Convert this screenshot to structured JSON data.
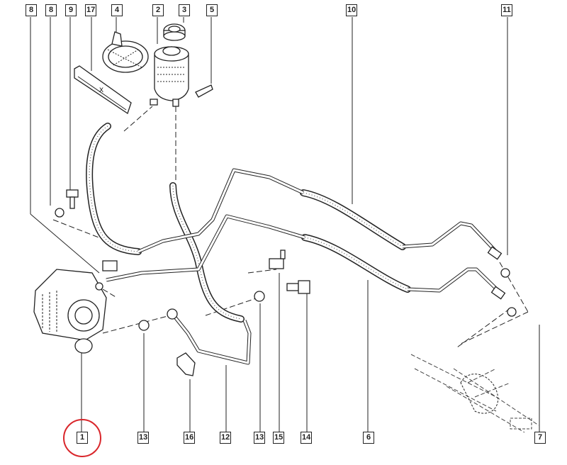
{
  "diagram": {
    "title": "Power steering hydraulic circuit exploded view",
    "top_labels": [
      "8",
      "8",
      "9",
      "17",
      "4",
      "2",
      "3",
      "5",
      "10",
      "11"
    ],
    "bottom_labels": [
      "1",
      "13",
      "16",
      "12",
      "13",
      "15",
      "14",
      "6",
      "7"
    ],
    "dimension_mark": "X",
    "highlighted_label": "1",
    "highlight_color": "#d9262b"
  }
}
